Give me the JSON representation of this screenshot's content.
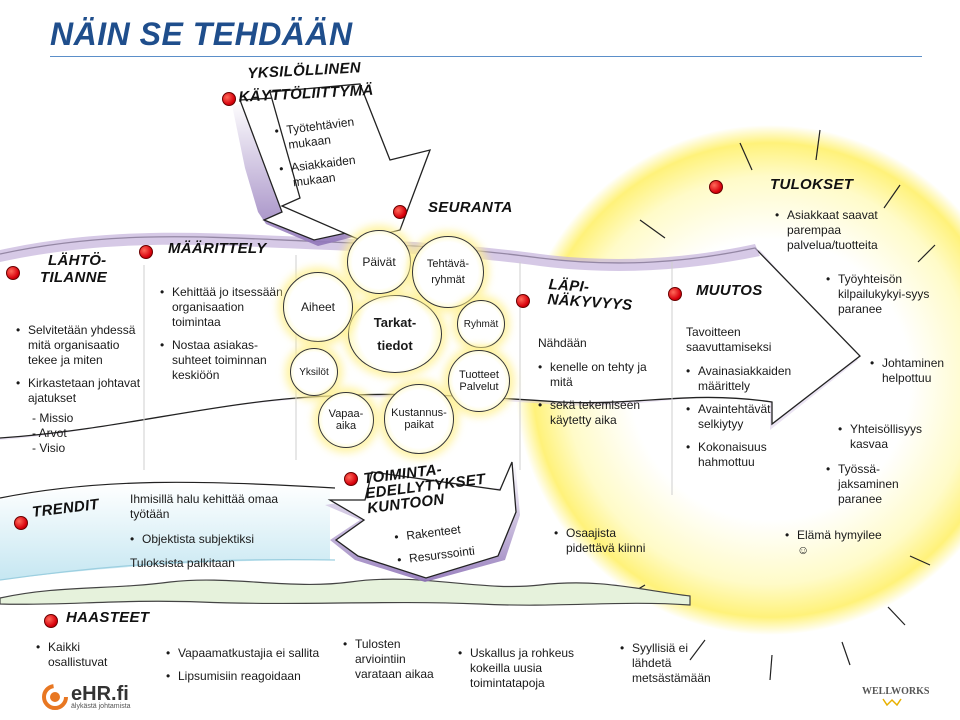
{
  "title": "NÄIN SE TEHDÄÄN",
  "yksilollinen": {
    "heading_line1": "YKSILÖLLINEN",
    "heading_line2": "KÄYTTÖLIITTYMÄ",
    "items": [
      "Työtehtävien mukaan",
      "Asiakkaiden mukaan"
    ]
  },
  "seuranta": {
    "heading": "SEURANTA"
  },
  "lahtotilanne": {
    "heading_line1": "LÄHTÖ-",
    "heading_line2": "TILANNE",
    "items": [
      "Selvitetään yhdessä mitä organisaatio tekee ja miten",
      "Kirkastetaan johtavat ajatukset"
    ],
    "subitems": [
      "- Missio",
      "- Arvot",
      "- Visio"
    ]
  },
  "maarittely": {
    "heading": "MÄÄRITTELY",
    "items": [
      "Kehittää jo itsessään organisaation toimintaa",
      "Nostaa asiakas-suhteet toiminnan keskiöön"
    ]
  },
  "bubbles": {
    "center_line1": "Tarkat-",
    "center_line2": "tiedot",
    "paivat": "Päivät",
    "tehtavaryhmat_line1": "Tehtävä-",
    "tehtavaryhmat_line2": "ryhmät",
    "aiheet": "Aiheet",
    "ryhmat": "Ryhmät",
    "yksilot": "Yksilöt",
    "tuotteet_line1": "Tuotteet",
    "tuotteet_line2": "Palvelut",
    "vapaa_line1": "Vapaa-",
    "vapaa_line2": "aika",
    "kustannus_line1": "Kustannus-",
    "kustannus_line2": "paikat"
  },
  "lapinakyvyys": {
    "heading_line1": "LÄPI-",
    "heading_line2": "NÄKYVYYS",
    "intro": "Nähdään",
    "items": [
      "kenelle on tehty ja mitä",
      "sekä tekemiseen käytetty aika"
    ]
  },
  "muutos": {
    "heading": "MUUTOS",
    "intro": "Tavoitteen saavuttamiseksi",
    "items": [
      "Avainasiakkaiden määrittely",
      "Avaintehtävät selkiytyy",
      "Kokonaisuus hahmottuu"
    ]
  },
  "tulokset": {
    "heading": "TULOKSET",
    "items": [
      "Asiakkaat saavat parempaa palvelua/tuotteita",
      "Työyhteisön kilpailukykyi-syys paranee",
      "Johtaminen helpottuu",
      "Yhteisöllisyys kasvaa",
      "Työssä-jaksaminen paranee",
      "Elämä hymyilee ☺"
    ]
  },
  "osaajista": {
    "item": "Osaajista pidettävä kiinni"
  },
  "trendit": {
    "heading": "TRENDIT",
    "intro": "Ihmisillä halu kehittää omaa työtään",
    "item": "Objektista subjektiksi",
    "outro": "Tuloksista palkitaan"
  },
  "toimintaedellytykset": {
    "heading_line1": "TOIMINTA-",
    "heading_line2": "EDELLYTYKSET",
    "heading_line3": "KUNTOON",
    "items": [
      "Rakenteet",
      "Resurssointi"
    ]
  },
  "haasteet": {
    "heading": "HAASTEET",
    "col1": [
      "Kaikki osallistuvat"
    ],
    "col2": [
      "Vapaamatkustajia ei sallita",
      "Lipsumisiin reagoidaan"
    ],
    "col3": [
      "Tulosten arviointiin varataan aikaa"
    ],
    "col4": [
      "Uskallus ja rohkeus kokeilla uusia toimintatapoja"
    ],
    "col5": [
      "Syyllisiä ei lähdetä metsästämään"
    ]
  },
  "logos": {
    "ehr": "eHR.fi",
    "ehr_tag": "älykästä johtamista",
    "wellworks": "WELLWORKS"
  },
  "colors": {
    "title": "#1f4e8c",
    "dot": "#d8000c",
    "arrow_shadow": "#7a5aa8",
    "sun": "#fff06a"
  }
}
